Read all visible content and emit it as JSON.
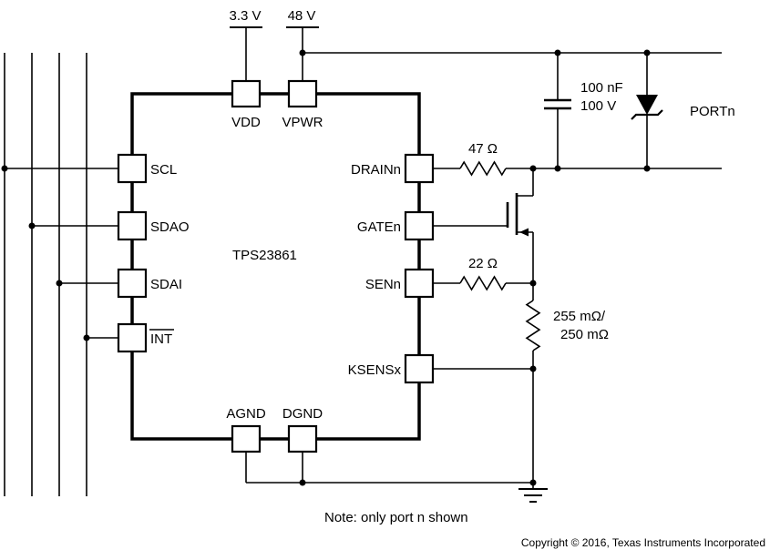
{
  "schematic": {
    "ic": {
      "name": "TPS23861",
      "pins": {
        "vdd": "VDD",
        "vpwr": "VPWR",
        "scl": "SCL",
        "sdao": "SDAO",
        "sdai": "SDAI",
        "int": "INT",
        "drain": "DRAINn",
        "gate": "GATEn",
        "sen": "SENn",
        "ksens": "KSENSx",
        "agnd": "AGND",
        "dgnd": "DGND"
      }
    },
    "supplies": {
      "logic": "3.3 V",
      "power": "48 V"
    },
    "components": {
      "drain_resistor": "47 Ω",
      "sense_series_resistor": "22 Ω",
      "cap_value": "100 nF",
      "cap_voltage": "100 V",
      "sense_resistor_line1": "255 mΩ/",
      "sense_resistor_line2": "250 mΩ"
    },
    "port_label": "PORTn",
    "note": "Note: only port n shown",
    "copyright": "Copyright © 2016, Texas Instruments Incorporated",
    "line_color": "#000000"
  }
}
